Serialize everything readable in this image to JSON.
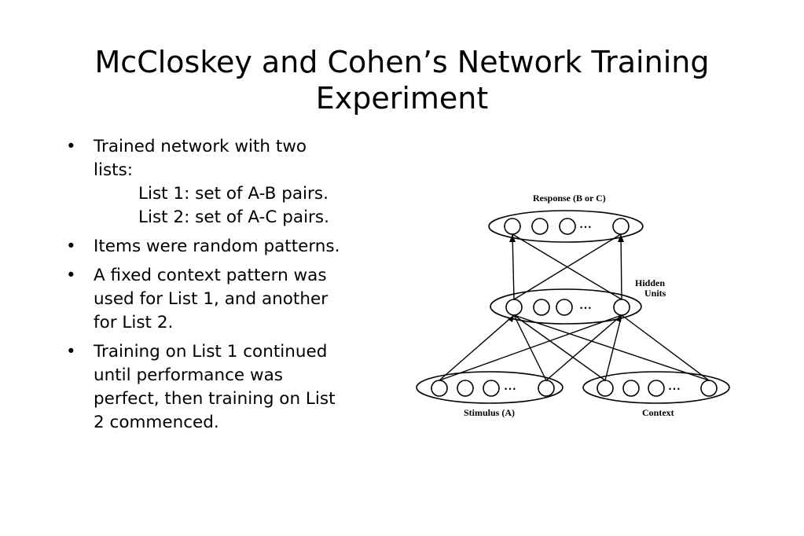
{
  "slide": {
    "title_line1": "McCloskey and Cohen’s Network Training",
    "title_line2": "Experiment"
  },
  "bullets": [
    {
      "lines": [
        "Trained network with two",
        "lists:"
      ],
      "sub": [
        "List 1: set of A-B pairs.",
        "List 2: set of A-C pairs."
      ]
    },
    {
      "lines": [
        "Items were random patterns."
      ]
    },
    {
      "lines": [
        "A fixed context pattern was",
        "used for List 1, and another",
        "for List 2."
      ]
    },
    {
      "lines": [
        "Training on List 1 continued",
        "until performance was",
        "perfect, then training on List",
        "2 commenced."
      ]
    }
  ],
  "bullet_glyph": "•",
  "diagram": {
    "response_label": "Response (B or C)",
    "hidden_label_1": "Hidden",
    "hidden_label_2": "Units",
    "stimulus_label": "Stimulus (A)",
    "context_label": "Context",
    "ellipsis": "• • •"
  }
}
